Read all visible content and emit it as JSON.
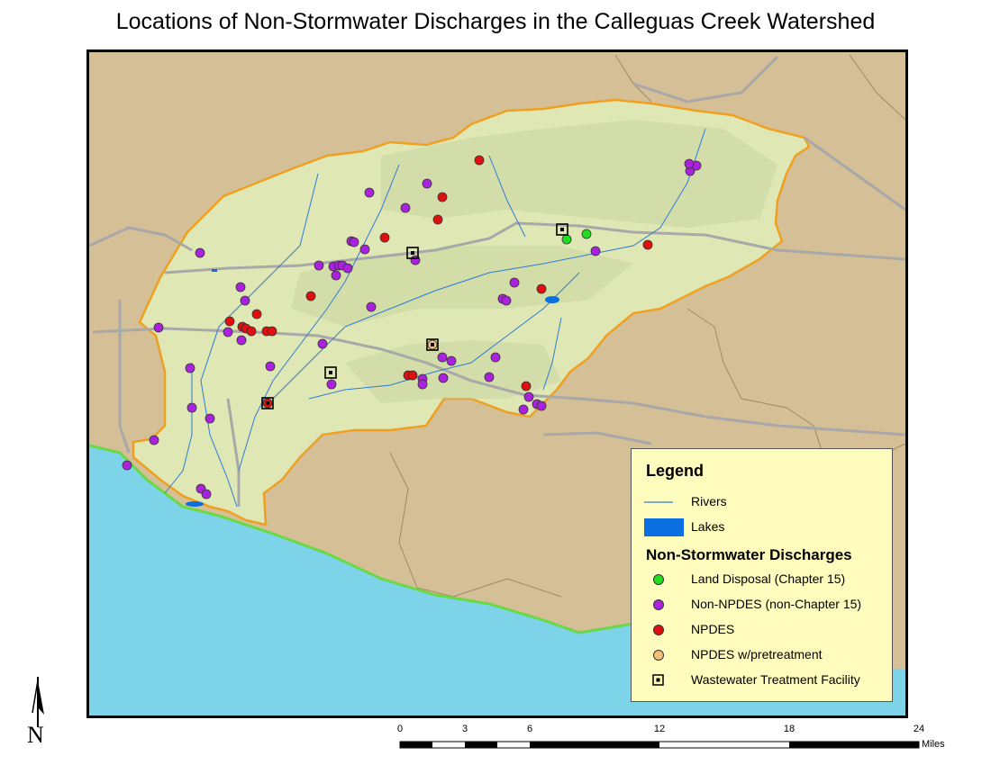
{
  "title": "Locations of Non-Stormwater Discharges in the Calleguas Creek Watershed",
  "colors": {
    "land": "#d5bf96",
    "ocean": "#7dd3e8",
    "watershed": "#dfe7b4",
    "watershed_border": "#f0a020",
    "river": "#2e7bd6",
    "lake": "#0a6fe0",
    "road": "#a8a8a8",
    "land_disposal": "#22dd22",
    "non_npdes": "#aa22dd",
    "npdes": "#e01010",
    "npdes_pretreatment": "#f5c07a"
  },
  "legend": {
    "title": "Legend",
    "rivers_label": "Rivers",
    "lakes_label": "Lakes",
    "subtitle": "Non-Stormwater Discharges",
    "items": [
      {
        "label": "Land Disposal (Chapter 15)",
        "color": "#22dd22",
        "symbol": "circle"
      },
      {
        "label": "Non-NPDES (non-Chapter 15)",
        "color": "#aa22dd",
        "symbol": "circle"
      },
      {
        "label": "NPDES",
        "color": "#e01010",
        "symbol": "circle"
      },
      {
        "label": "NPDES w/pretreatment",
        "color": "#f5c07a",
        "symbol": "circle"
      },
      {
        "label": "Wastewater Treatment Facility",
        "color": "#000000",
        "symbol": "square-dot"
      }
    ]
  },
  "north_arrow": {
    "label": "N"
  },
  "scale": {
    "ticks": [
      "0",
      "3",
      "6",
      "12",
      "18",
      "24"
    ],
    "units": "Miles"
  },
  "discharges": {
    "land_disposal": [
      [
        626,
        263
      ],
      [
        648,
        257
      ]
    ],
    "npdes": [
      [
        529,
        175
      ],
      [
        488,
        216
      ],
      [
        483,
        241
      ],
      [
        424,
        261
      ],
      [
        716,
        269
      ],
      [
        598,
        318
      ],
      [
        342,
        326
      ],
      [
        252,
        354
      ],
      [
        282,
        346
      ],
      [
        266,
        360
      ],
      [
        270,
        362
      ],
      [
        276,
        365
      ],
      [
        293,
        365
      ],
      [
        299,
        365
      ],
      [
        450,
        414
      ],
      [
        455,
        414
      ],
      [
        581,
        426
      ],
      [
        294,
        445
      ]
    ],
    "non_npdes": [
      [
        407,
        211
      ],
      [
        471,
        201
      ],
      [
        447,
        228
      ],
      [
        219,
        278
      ],
      [
        387,
        265
      ],
      [
        390,
        266
      ],
      [
        402,
        274
      ],
      [
        458,
        286
      ],
      [
        351,
        292
      ],
      [
        367,
        293
      ],
      [
        373,
        292
      ],
      [
        377,
        292
      ],
      [
        383,
        295
      ],
      [
        370,
        303
      ],
      [
        264,
        316
      ],
      [
        269,
        331
      ],
      [
        409,
        338
      ],
      [
        555,
        329
      ],
      [
        559,
        331
      ],
      [
        568,
        311
      ],
      [
        658,
        276
      ],
      [
        173,
        361
      ],
      [
        250,
        366
      ],
      [
        265,
        375
      ],
      [
        355,
        379
      ],
      [
        297,
        404
      ],
      [
        208,
        406
      ],
      [
        488,
        394
      ],
      [
        498,
        398
      ],
      [
        489,
        417
      ],
      [
        466,
        418
      ],
      [
        466,
        424
      ],
      [
        540,
        416
      ],
      [
        547,
        394
      ],
      [
        365,
        424
      ],
      [
        210,
        450
      ],
      [
        230,
        462
      ],
      [
        168,
        486
      ],
      [
        138,
        514
      ],
      [
        220,
        540
      ],
      [
        226,
        546
      ],
      [
        584,
        438
      ],
      [
        593,
        446
      ],
      [
        598,
        448
      ],
      [
        578,
        452
      ],
      [
        763,
        187
      ],
      [
        770,
        181
      ],
      [
        762,
        179
      ]
    ],
    "pretreatment": [
      [
        477,
        380
      ]
    ],
    "wwtf": [
      [
        621,
        252
      ],
      [
        455,
        278
      ],
      [
        477,
        380
      ],
      [
        364,
        411
      ],
      [
        294,
        445
      ]
    ]
  }
}
